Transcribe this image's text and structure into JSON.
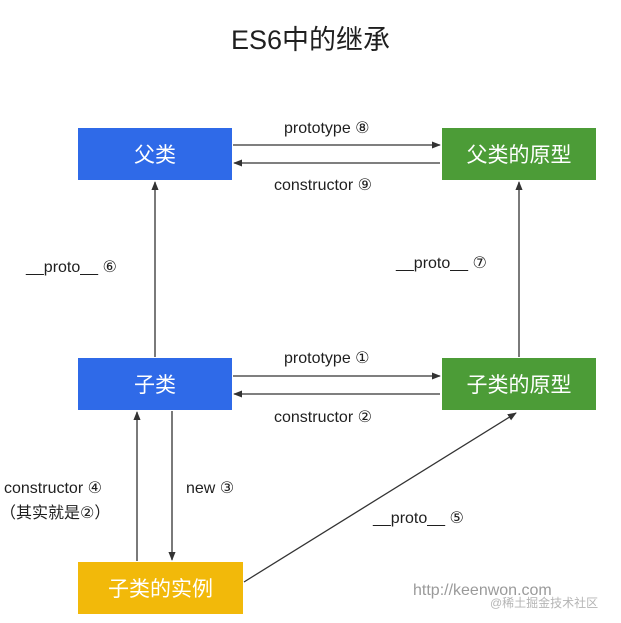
{
  "title": "ES6中的继承",
  "boxes": {
    "parent": "父类",
    "parent_prototype": "父类的原型",
    "child": "子类",
    "child_prototype": "子类的原型",
    "instance": "子类的实例"
  },
  "labels": {
    "prototype_8": "prototype ⑧",
    "constructor_9": "constructor ⑨",
    "proto_6": "__proto__ ⑥",
    "proto_7": "__proto__ ⑦",
    "prototype_1": "prototype ①",
    "constructor_2": "constructor ②",
    "constructor_4": "constructor ④",
    "constructor_4_note": "（其实就是②）",
    "new_3": "new ③",
    "proto_5": "__proto__ ⑤"
  },
  "watermark": {
    "url": "http://keenwon.com",
    "credit": "@稀土掘金技术社区"
  },
  "colors": {
    "class_box": "#2f6ae8",
    "prototype_box": "#4c9c37",
    "instance_box": "#f2b90a"
  }
}
